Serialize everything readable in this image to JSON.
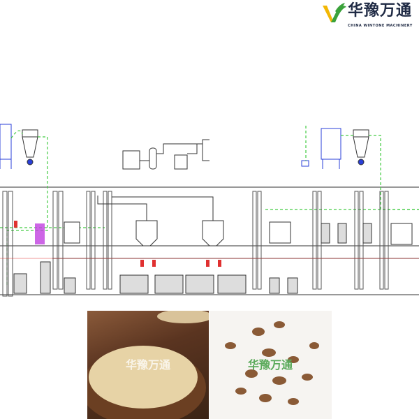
{
  "logo": {
    "name_cn": "华豫万通",
    "name_en": "CHINA WINTONE MACHINERY",
    "colors": {
      "green": "#3aa23a",
      "yellow": "#f2b705",
      "text": "#1f2a44"
    }
  },
  "diagram": {
    "colors": {
      "line": "#333333",
      "dashed": "#44cc44",
      "dust_collector": "#2a3fd8",
      "valve": "#e03030",
      "sorter": "#c040e0",
      "label": "#1a6fc4"
    }
  },
  "photos": {
    "watermark": "华豫万通"
  }
}
